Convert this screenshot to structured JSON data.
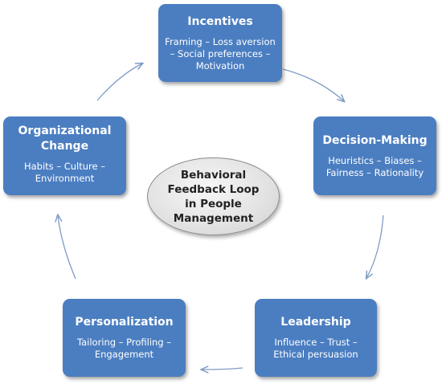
{
  "center": {
    "label": "Behavioral\nFeedback Loop\nin People\nManagement"
  },
  "nodes": {
    "incentives": {
      "title": "Incentives",
      "desc": "Framing – Loss aversion\n– Social preferences –\nMotivation"
    },
    "decision": {
      "title": "Decision-Making",
      "desc": "Heuristics – Biases –\nFairness – Rationality"
    },
    "leadership": {
      "title": "Leadership",
      "desc": "Influence – Trust –\nEthical persuasion"
    },
    "personalization": {
      "title": "Personalization",
      "desc": "Tailoring – Profiling –\nEngagement"
    },
    "organizational": {
      "title": "Organizational\nChange",
      "desc": "Habits – Culture –\nEnvironment"
    }
  },
  "colors": {
    "node_fill": "#4b7ec1",
    "arrow": "#7f9cc6",
    "center_fill": "#e4e4e4"
  }
}
